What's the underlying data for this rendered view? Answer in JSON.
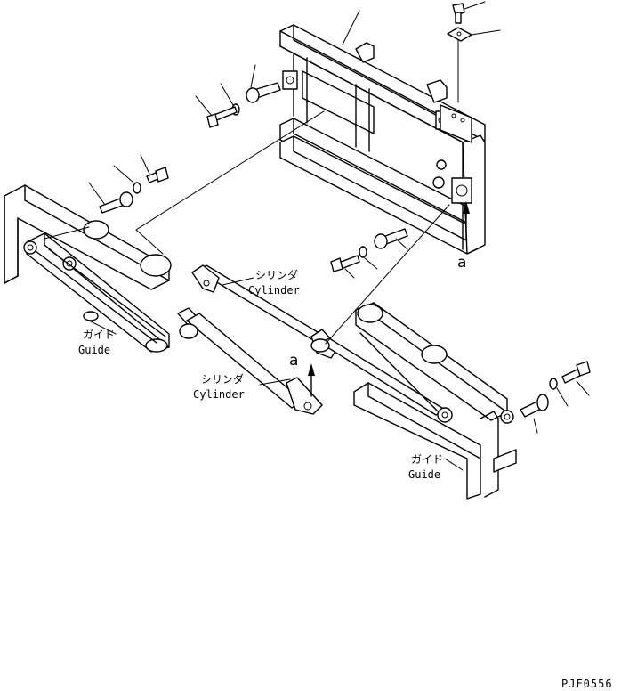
{
  "labels": {
    "cylinder_upper_jp": "シリンダ",
    "cylinder_upper_en": "Cylinder",
    "cylinder_lower_jp": "シリンダ",
    "cylinder_lower_en": "Cylinder",
    "guide_left_jp": "ガイド",
    "guide_left_en": "Guide",
    "guide_right_jp": "ガイド",
    "guide_right_en": "Guide",
    "view_a_upper": "a",
    "view_a_lower": "a"
  },
  "drawing_code": "PJF0556"
}
